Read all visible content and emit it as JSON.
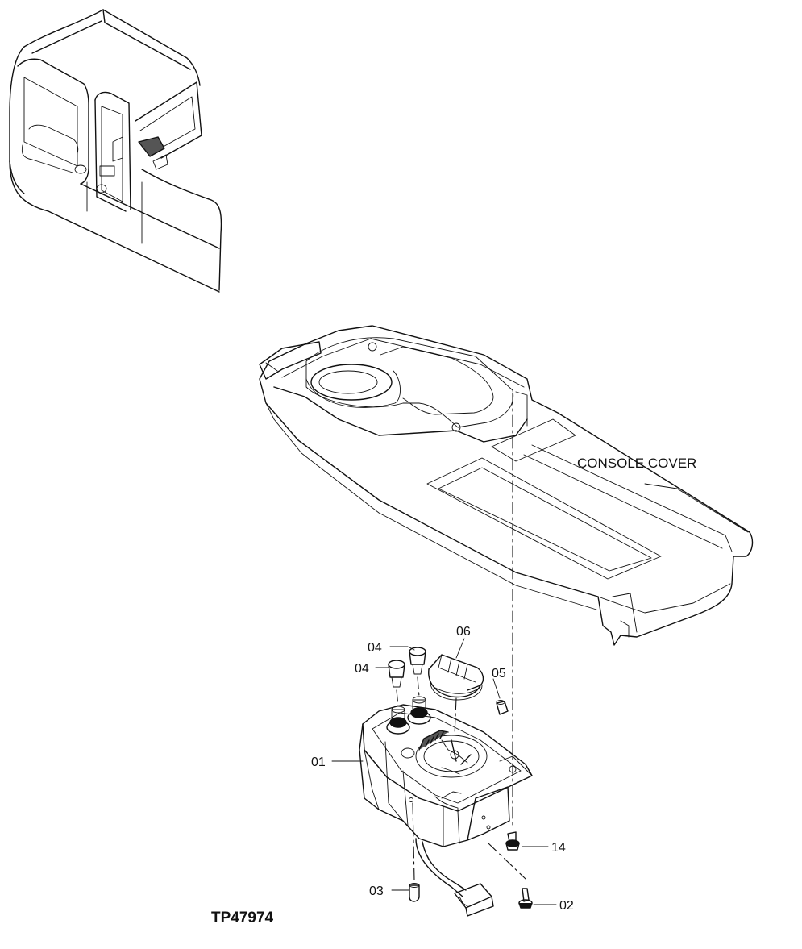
{
  "labels": {
    "console_cover": "CONSOLE COVER",
    "figure_id": "TP47974"
  },
  "callouts": {
    "p06": "06",
    "p04a": "04",
    "p04b": "04",
    "p05": "05",
    "p01": "01",
    "p14": "14",
    "p03": "03",
    "p02": "02"
  }
}
